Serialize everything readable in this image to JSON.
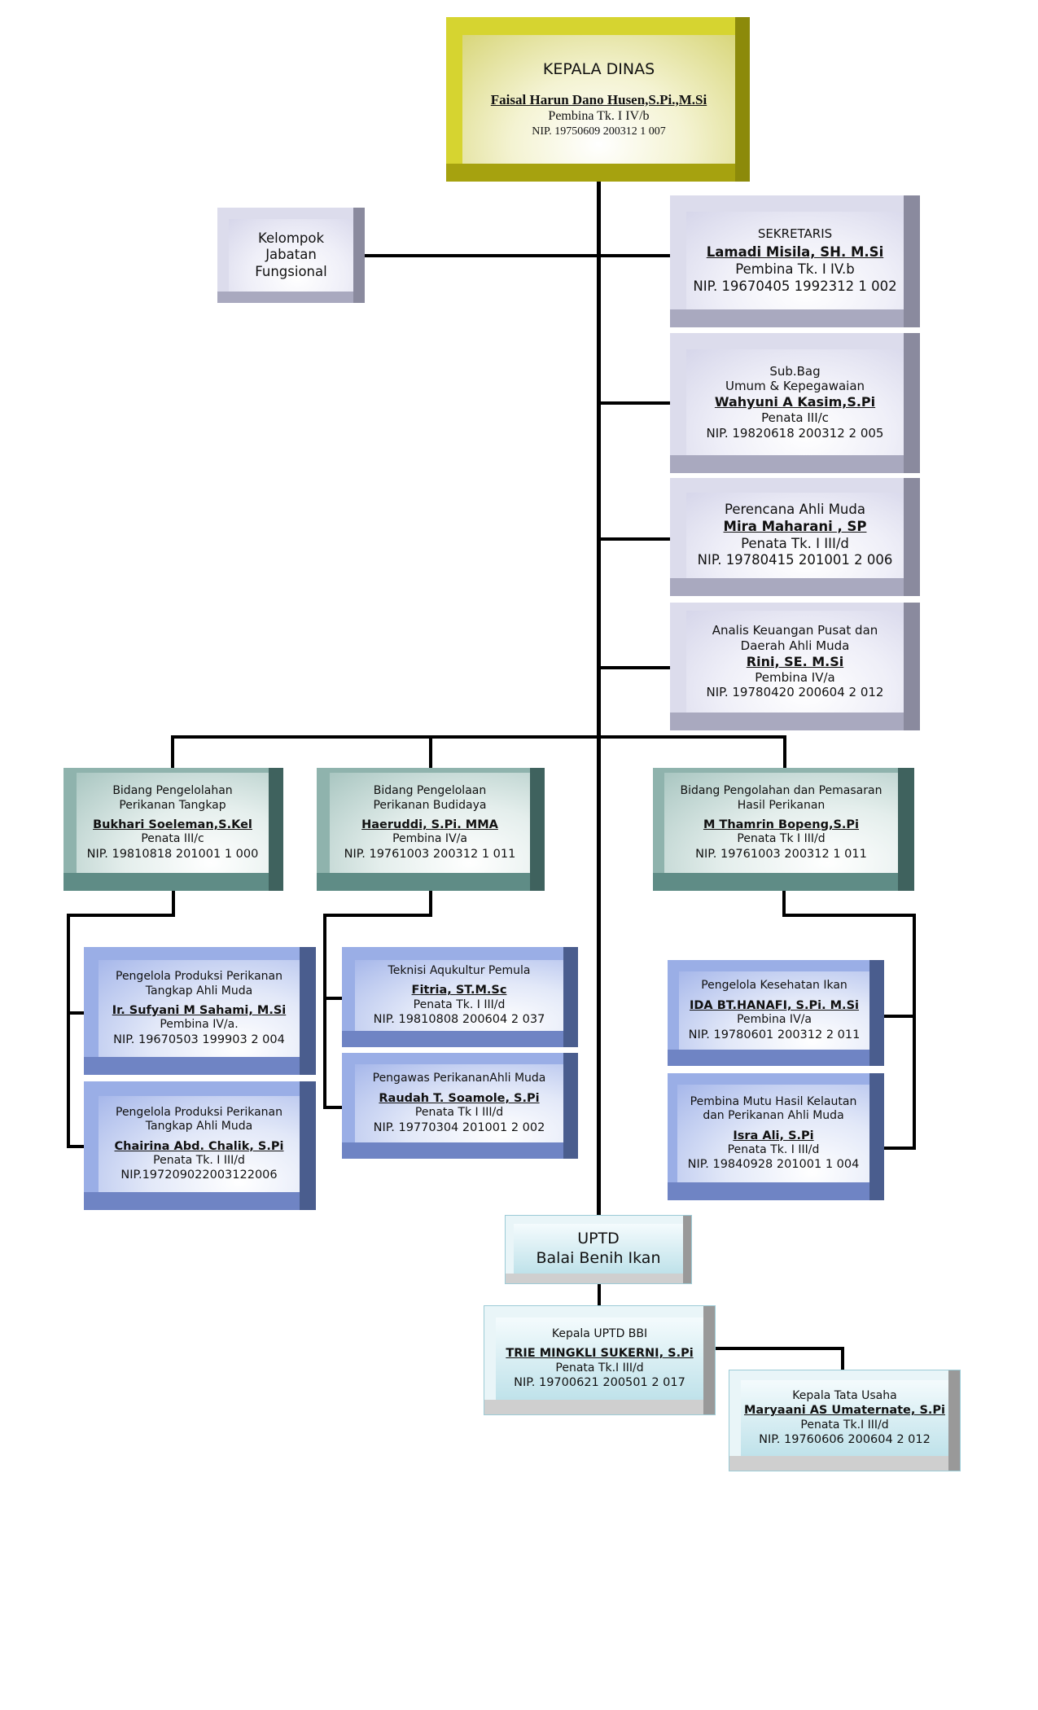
{
  "kepala_dinas": {
    "title": "KEPALA DINAS",
    "name": "Faisal Harun Dano Husen,S.Pi.,M.Si",
    "rank": "Pembina Tk. I IV/b",
    "nip": "NIP. 19750609 200312 1 007"
  },
  "kelompok_jabatan": {
    "line1": "Kelompok",
    "line2": "Jabatan",
    "line3": "Fungsional"
  },
  "sekretaris": {
    "title": "SEKRETARIS",
    "name": "Lamadi Misila, SH. M.Si",
    "rank": "Pembina Tk. I IV.b",
    "nip": "NIP. 19670405 1992312 1 002"
  },
  "subbag_umum": {
    "title1": "Sub.Bag",
    "title2": "Umum & Kepegawaian",
    "name": "Wahyuni A Kasim,S.Pi",
    "rank": "Penata III/c",
    "nip": "NIP. 19820618 200312 2 005"
  },
  "perencana": {
    "title": "Perencana Ahli Muda",
    "name": "Mira Maharani , SP",
    "rank": "Penata Tk. I III/d",
    "nip": "NIP. 19780415 201001 2 006"
  },
  "analis_keuangan": {
    "title1": "Analis Keuangan Pusat dan",
    "title2": "Daerah Ahli Muda",
    "name": "Rini, SE. M.Si",
    "rank": "Pembina IV/a",
    "nip": "NIP. 19780420 200604 2 012"
  },
  "bidang_tangkap": {
    "title1": "Bidang Pengelolahan",
    "title2": "Perikanan Tangkap",
    "name": "Bukhari Soeleman,S.Kel",
    "rank": "Penata III/c",
    "nip": "NIP. 19810818 201001 1 000"
  },
  "bidang_budidaya": {
    "title1": "Bidang Pengelolaan",
    "title2": "Perikanan Budidaya",
    "name": "Haeruddi, S.Pi. MMA",
    "rank": "Pembina IV/a",
    "nip": "NIP. 19761003 200312 1 011"
  },
  "bidang_pengolahan": {
    "title1": "Bidang Pengolahan dan Pemasaran",
    "title2": "Hasil Perikanan",
    "name": "M Thamrin Bopeng,S.Pi",
    "rank": "Penata Tk I III/d",
    "nip": "NIP. 19761003 200312 1 011"
  },
  "pengelola_produksi_1": {
    "title1": "Pengelola Produksi Perikanan",
    "title2": "Tangkap Ahli Muda",
    "name": "Ir. Sufyani M Sahami, M.Si",
    "rank": "Pembina IV/a.",
    "nip": "NIP. 19670503 199903 2 004"
  },
  "pengelola_produksi_2": {
    "title1": "Pengelola Produksi Perikanan",
    "title2": "Tangkap Ahli Muda",
    "name": "Chairina Abd. Chalik, S.Pi",
    "rank": "Penata Tk. I III/d",
    "nip": "NIP.197209022003122006"
  },
  "teknisi_aqukultur": {
    "title": "Teknisi Aqukultur Pemula",
    "name": "Fitria, ST.M.Sc",
    "rank": "Penata Tk. I III/d",
    "nip": "NIP. 19810808 200604 2 037"
  },
  "pengawas_perikanan": {
    "title": "Pengawas PerikananAhli Muda",
    "name": "Raudah T. Soamole, S.Pi",
    "rank": "Penata Tk I III/d",
    "nip": "NIP. 19770304 201001 2 002"
  },
  "pengelola_kesehatan": {
    "title": "Pengelola Kesehatan Ikan",
    "name": "IDA BT.HANAFI, S.Pi. M.Si",
    "rank": "Pembina IV/a",
    "nip": "NIP. 19780601 200312 2 011"
  },
  "pembina_mutu": {
    "title1": "Pembina Mutu Hasil Kelautan",
    "title2": "dan Perikanan Ahli Muda",
    "name": "Isra Ali, S.Pi",
    "rank": "Penata Tk. I III/d",
    "nip": "NIP. 19840928 201001 1 004"
  },
  "uptd": {
    "line1": "UPTD",
    "line2": "Balai Benih Ikan"
  },
  "kepala_uptd": {
    "title": "Kepala UPTD BBI",
    "name": "TRIE MINGKLI SUKERNI, S.Pi",
    "rank": "Penata Tk.I III/d",
    "nip": "NIP. 19700621 200501 2 017"
  },
  "kepala_tata_usaha": {
    "title": "Kepala Tata Usaha",
    "name": "Maryaani AS Umaternate, S.Pi",
    "rank": "Penata Tk.I III/d",
    "nip": "NIP. 19760606 200604 2 012"
  },
  "colors": {
    "head": "#d6d430",
    "secretariat": "#dcdcec",
    "bidang": "#8fb3ad",
    "staff": "#9aaee6",
    "uptd": "#bfe2ea",
    "connector": "#000000"
  }
}
